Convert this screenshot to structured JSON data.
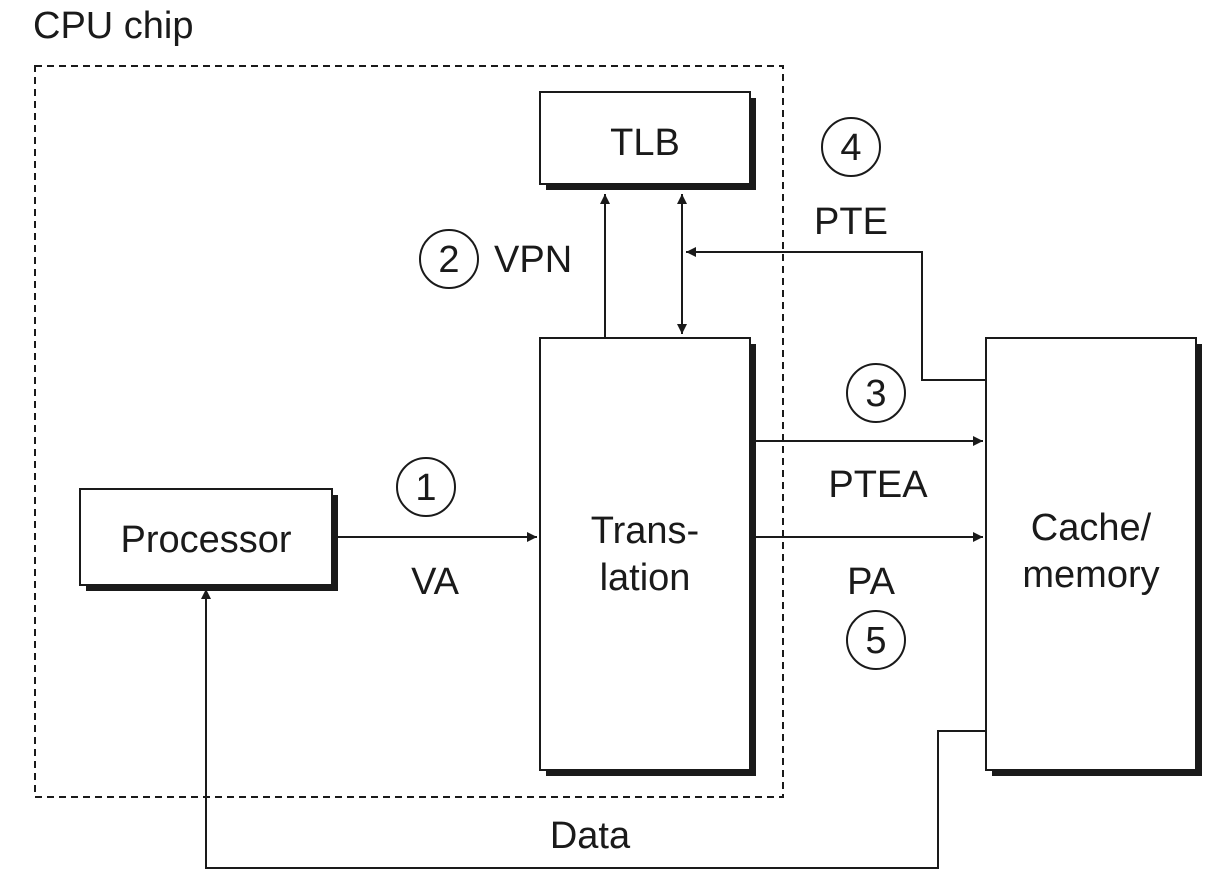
{
  "chip_label": "CPU chip",
  "blocks": {
    "processor": "Processor",
    "tlb": "TLB",
    "translation": [
      "Trans-",
      "lation"
    ],
    "cache_memory": [
      "Cache/",
      "memory"
    ]
  },
  "signals": {
    "va": "VA",
    "vpn": "VPN",
    "ptea": "PTEA",
    "pte": "PTE",
    "pa": "PA",
    "data": "Data"
  },
  "steps": [
    "1",
    "2",
    "3",
    "4",
    "5"
  ]
}
